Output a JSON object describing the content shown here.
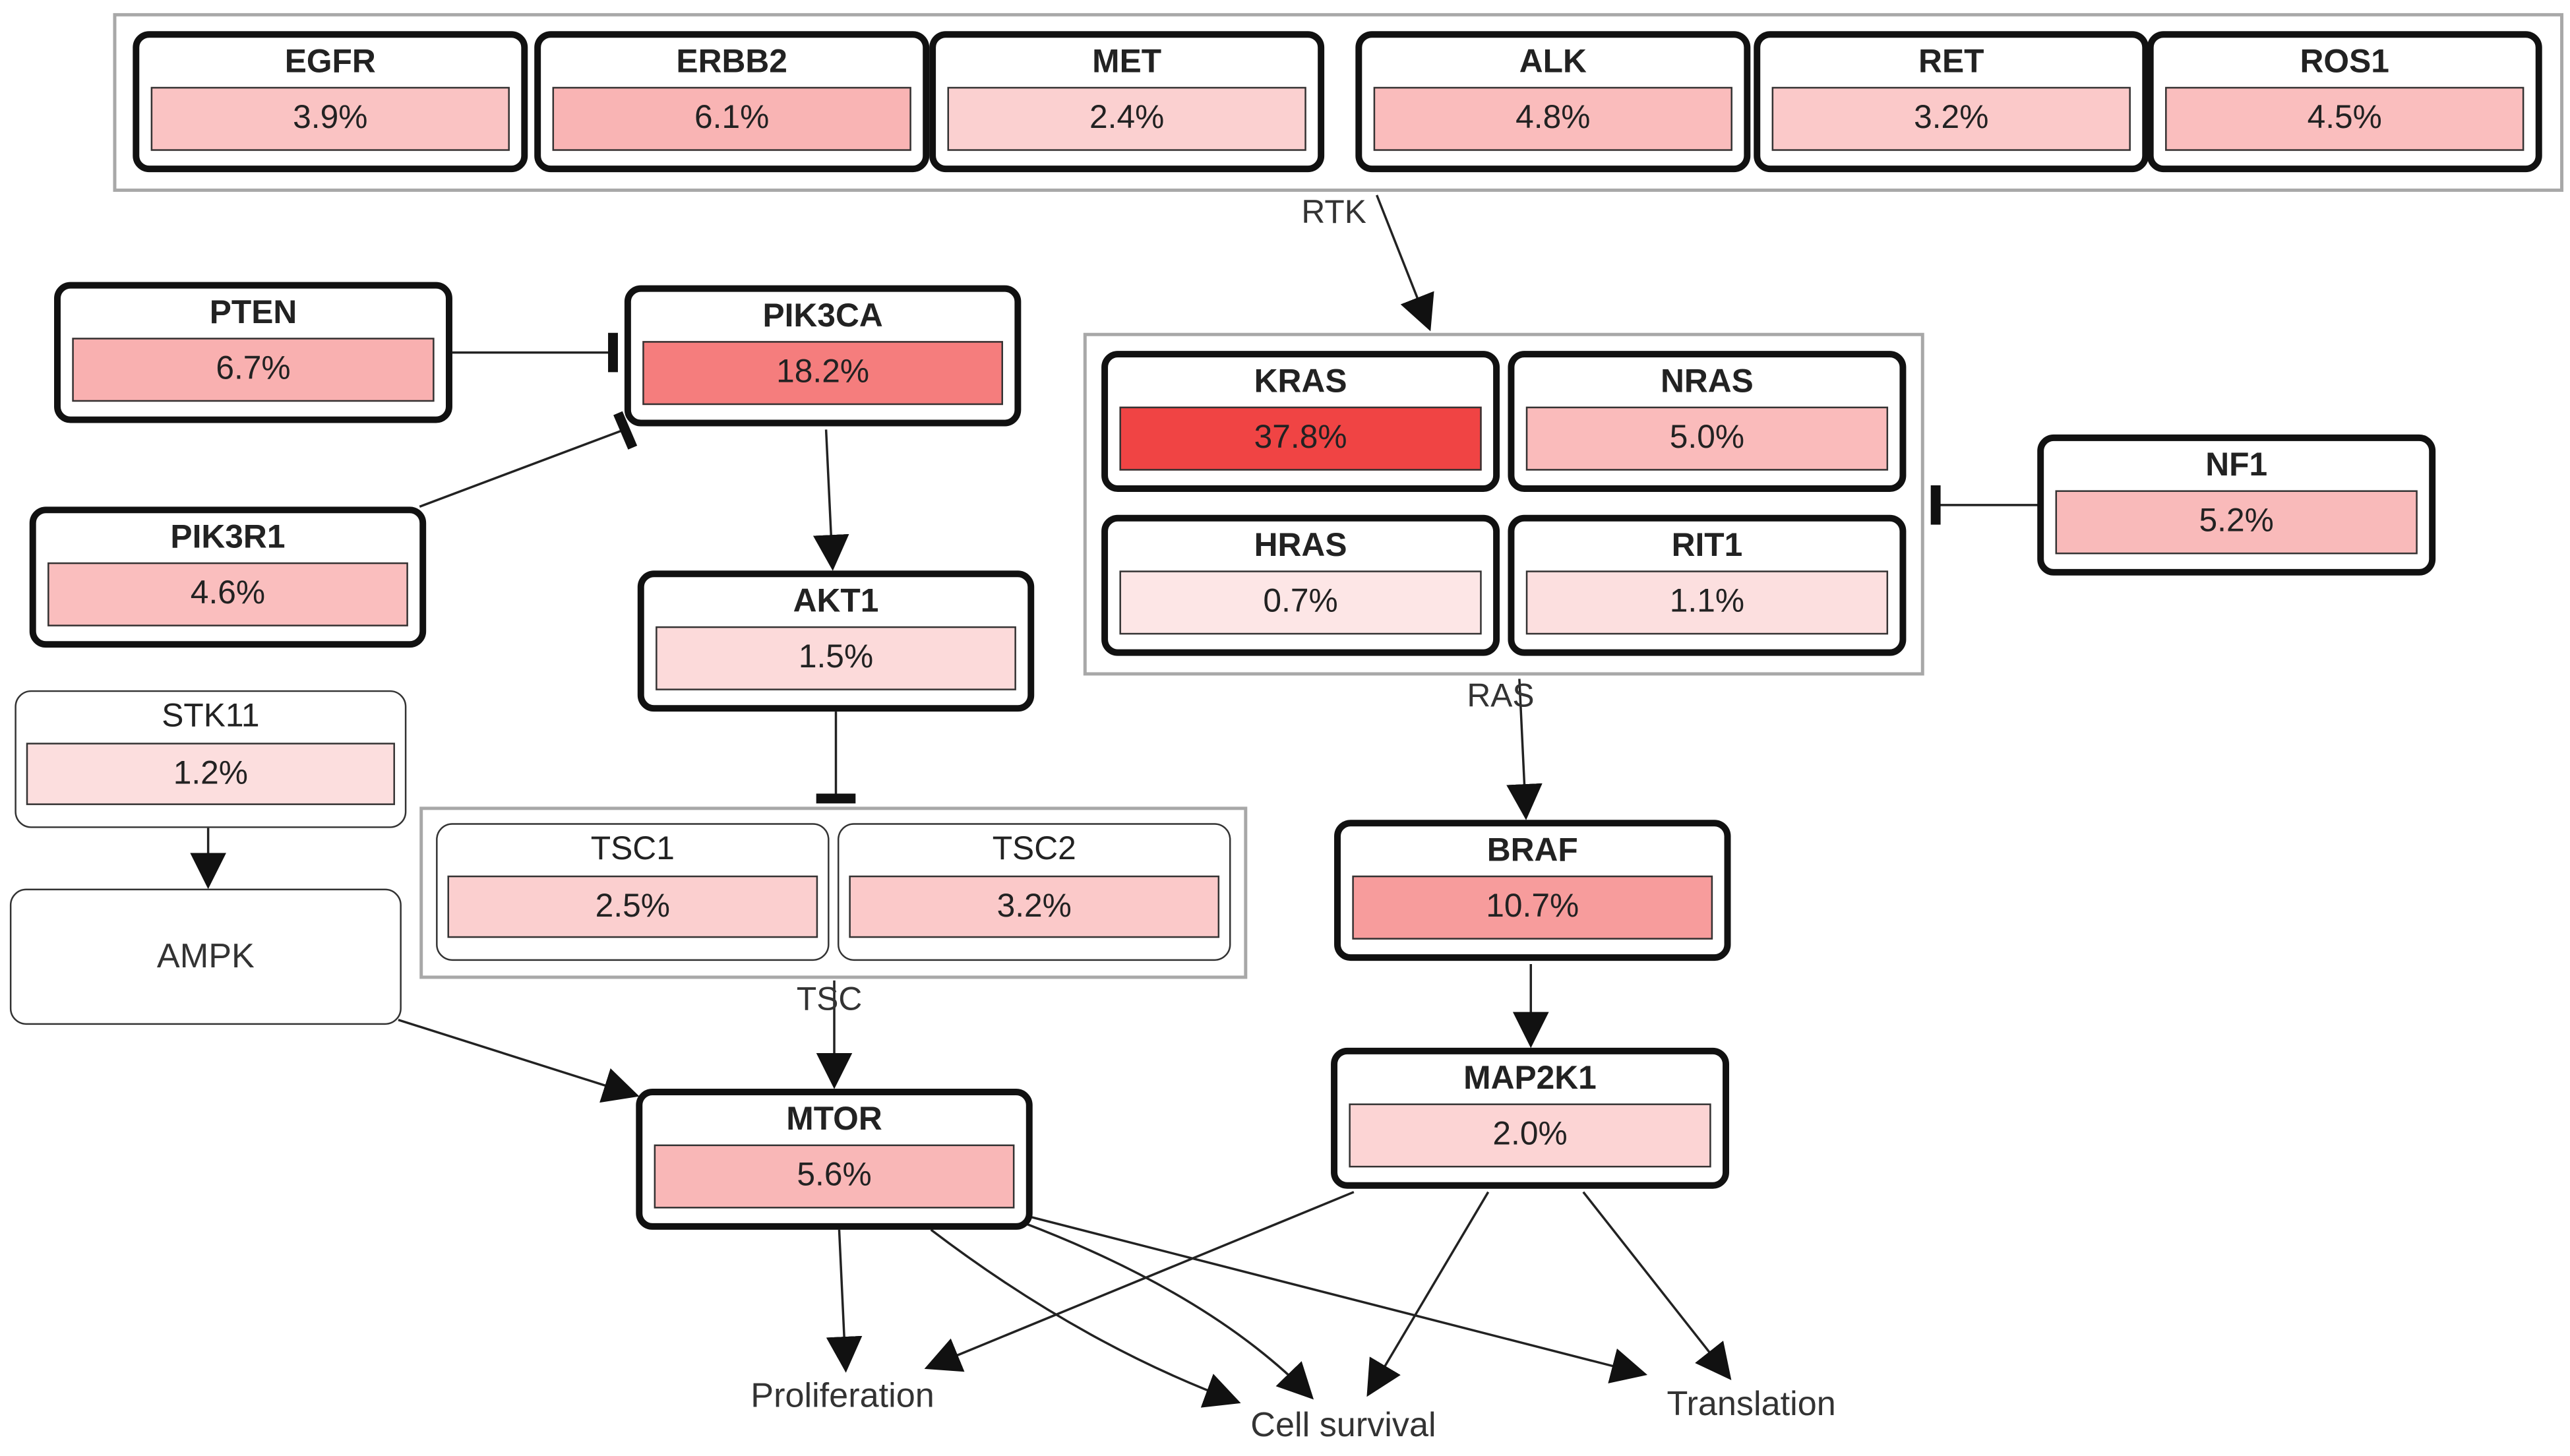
{
  "colors": {
    "ink": "#111111",
    "group_border": "#a8a8a8",
    "frequency_high": "#f04444",
    "frequency_low": "#ffffff"
  },
  "groups": {
    "rtk": "RTK",
    "ras": "RAS",
    "tsc": "TSC"
  },
  "genes": {
    "egfr": {
      "name": "EGFR",
      "pct": "3.9%",
      "value": 3.9
    },
    "erbb2": {
      "name": "ERBB2",
      "pct": "6.1%",
      "value": 6.1
    },
    "met": {
      "name": "MET",
      "pct": "2.4%",
      "value": 2.4
    },
    "alk": {
      "name": "ALK",
      "pct": "4.8%",
      "value": 4.8
    },
    "ret": {
      "name": "RET",
      "pct": "3.2%",
      "value": 3.2
    },
    "ros1": {
      "name": "ROS1",
      "pct": "4.5%",
      "value": 4.5
    },
    "pten": {
      "name": "PTEN",
      "pct": "6.7%",
      "value": 6.7
    },
    "pik3ca": {
      "name": "PIK3CA",
      "pct": "18.2%",
      "value": 18.2
    },
    "pik3r1": {
      "name": "PIK3R1",
      "pct": "4.6%",
      "value": 4.6
    },
    "akt1": {
      "name": "AKT1",
      "pct": "1.5%",
      "value": 1.5
    },
    "stk11": {
      "name": "STK11",
      "pct": "1.2%",
      "value": 1.2
    },
    "tsc1": {
      "name": "TSC1",
      "pct": "2.5%",
      "value": 2.5
    },
    "tsc2": {
      "name": "TSC2",
      "pct": "3.2%",
      "value": 3.2
    },
    "mtor": {
      "name": "MTOR",
      "pct": "5.6%",
      "value": 5.6
    },
    "kras": {
      "name": "KRAS",
      "pct": "37.8%",
      "value": 37.8
    },
    "nras": {
      "name": "NRAS",
      "pct": "5.0%",
      "value": 5.0
    },
    "hras": {
      "name": "HRAS",
      "pct": "0.7%",
      "value": 0.7
    },
    "rit1": {
      "name": "RIT1",
      "pct": "1.1%",
      "value": 1.1
    },
    "nf1": {
      "name": "NF1",
      "pct": "5.2%",
      "value": 5.2
    },
    "braf": {
      "name": "BRAF",
      "pct": "10.7%",
      "value": 10.7
    },
    "map2k1": {
      "name": "MAP2K1",
      "pct": "2.0%",
      "value": 2.0
    }
  },
  "nodes": {
    "ampk": "AMPK"
  },
  "outcomes": {
    "proliferation": "Proliferation",
    "cell_survival": "Cell survival",
    "translation": "Translation"
  }
}
